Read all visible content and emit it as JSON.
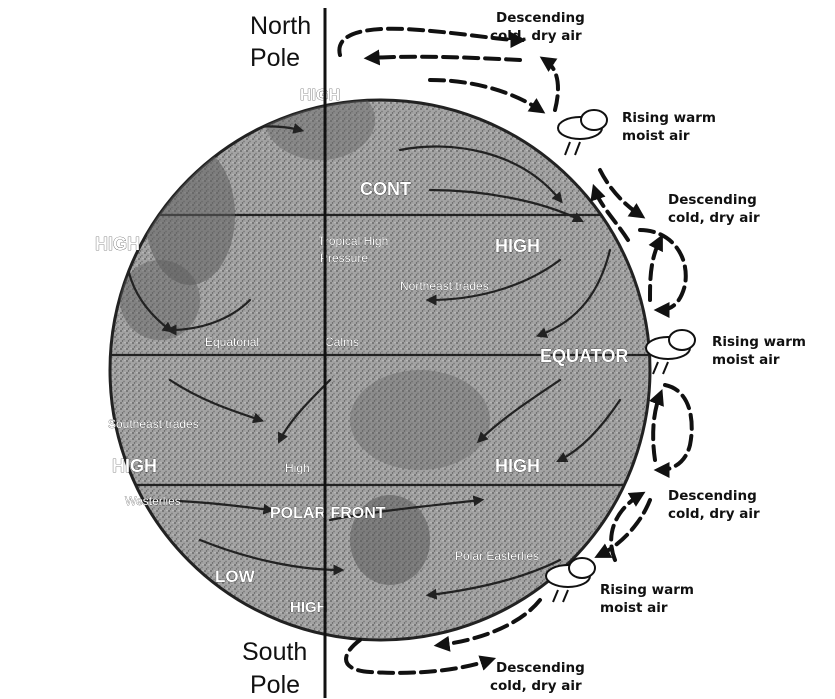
{
  "poles": {
    "north": [
      "North",
      "Pole"
    ],
    "south": [
      "South",
      "Pole"
    ]
  },
  "callouts": [
    {
      "line1": "Descending",
      "line2": "cold, dry air"
    },
    {
      "line1": "Rising warm",
      "line2": "moist air"
    },
    {
      "line1": "Descending",
      "line2": "cold, dry air"
    },
    {
      "line1": "Rising warm",
      "line2": "moist air"
    },
    {
      "line1": "Descending",
      "line2": "cold, dry air"
    },
    {
      "line1": "Rising warm",
      "line2": "moist air"
    },
    {
      "line1": "Descending",
      "line2": "cold, dry air"
    }
  ],
  "globe_labels": {
    "high_north_pole": "HIGH",
    "cont": "CONT",
    "high_left": "HIGH",
    "high_right": "HIGH",
    "tropical_high": "Tropical High",
    "pressure": "Pressure",
    "northeast_trades": "Northeast trades",
    "equatorial": "Equatorial",
    "calms": "Calms",
    "equator": "EQUATOR",
    "southeast_trades": "Southeast trades",
    "high_south_left": "HIGH",
    "high_south_mid": "High",
    "high_south_right": "HIGH",
    "westerlies": "Westerlies",
    "polar_front": "POLAR FRONT",
    "low": "LOW",
    "polar_easterlies": "Polar Easterlies",
    "high_south_pole": "HIGH"
  },
  "colors": {
    "globe_fill": "#9a9a9a",
    "globe_texture": "#6e6e6e",
    "ink": "#111111",
    "background": "#ffffff"
  }
}
